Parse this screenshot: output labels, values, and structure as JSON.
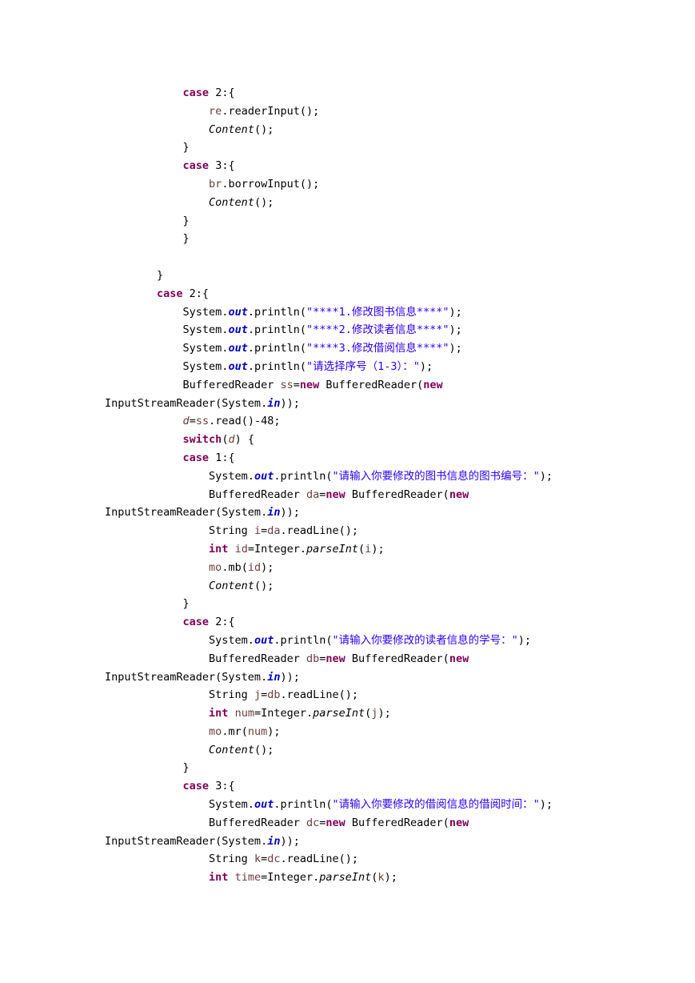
{
  "document": {
    "lines": [
      [
        {
          "t": "            "
        },
        {
          "t": "case",
          "c": "kw"
        },
        {
          "t": " 2:{"
        }
      ],
      [
        {
          "t": "                "
        },
        {
          "t": "re",
          "c": "vr"
        },
        {
          "t": ".readerInput();"
        }
      ],
      [
        {
          "t": "                "
        },
        {
          "t": "Content",
          "c": "it"
        },
        {
          "t": "();"
        }
      ],
      [
        {
          "t": "            }"
        }
      ],
      [
        {
          "t": "            "
        },
        {
          "t": "case",
          "c": "kw"
        },
        {
          "t": " 3:{"
        }
      ],
      [
        {
          "t": "                "
        },
        {
          "t": "br",
          "c": "vr"
        },
        {
          "t": ".borrowInput();"
        }
      ],
      [
        {
          "t": "                "
        },
        {
          "t": "Content",
          "c": "it"
        },
        {
          "t": "();"
        }
      ],
      [
        {
          "t": "            }"
        }
      ],
      [
        {
          "t": "            }"
        }
      ],
      [],
      [
        {
          "t": "        }"
        }
      ],
      [
        {
          "t": "        "
        },
        {
          "t": "case",
          "c": "kw"
        },
        {
          "t": " 2:{"
        }
      ],
      [
        {
          "t": "            System."
        },
        {
          "t": "out",
          "c": "fld"
        },
        {
          "t": ".println("
        },
        {
          "t": "\"****1.修改图书信息****\"",
          "c": "st"
        },
        {
          "t": ");"
        }
      ],
      [
        {
          "t": "            System."
        },
        {
          "t": "out",
          "c": "fld"
        },
        {
          "t": ".println("
        },
        {
          "t": "\"****2.修改读者信息****\"",
          "c": "st"
        },
        {
          "t": ");"
        }
      ],
      [
        {
          "t": "            System."
        },
        {
          "t": "out",
          "c": "fld"
        },
        {
          "t": ".println("
        },
        {
          "t": "\"****3.修改借阅信息****\"",
          "c": "st"
        },
        {
          "t": ");"
        }
      ],
      [
        {
          "t": "            System."
        },
        {
          "t": "out",
          "c": "fld"
        },
        {
          "t": ".println("
        },
        {
          "t": "\"请选择序号（1-3）：\"",
          "c": "st"
        },
        {
          "t": ");"
        }
      ],
      [
        {
          "t": "            BufferedReader "
        },
        {
          "t": "ss",
          "c": "vr"
        },
        {
          "t": "="
        },
        {
          "t": "new",
          "c": "kw"
        },
        {
          "t": " BufferedReader("
        },
        {
          "t": "new",
          "c": "kw"
        }
      ],
      [
        {
          "t": "InputStreamReader(System."
        },
        {
          "t": "in",
          "c": "fld"
        },
        {
          "t": "));"
        }
      ],
      [
        {
          "t": "            "
        },
        {
          "t": "d",
          "c": "it vr"
        },
        {
          "t": "="
        },
        {
          "t": "ss",
          "c": "vr"
        },
        {
          "t": ".read()-48;"
        }
      ],
      [
        {
          "t": "            "
        },
        {
          "t": "switch",
          "c": "kw"
        },
        {
          "t": "("
        },
        {
          "t": "d",
          "c": "it vr"
        },
        {
          "t": ") {"
        }
      ],
      [
        {
          "t": "            "
        },
        {
          "t": "case",
          "c": "kw"
        },
        {
          "t": " 1:{"
        }
      ],
      [
        {
          "t": "                System."
        },
        {
          "t": "out",
          "c": "fld"
        },
        {
          "t": ".println("
        },
        {
          "t": "\"请输入你要修改的图书信息的图书编号：\"",
          "c": "st"
        },
        {
          "t": ");"
        }
      ],
      [
        {
          "t": "                BufferedReader "
        },
        {
          "t": "da",
          "c": "vr"
        },
        {
          "t": "="
        },
        {
          "t": "new",
          "c": "kw"
        },
        {
          "t": " BufferedReader("
        },
        {
          "t": "new",
          "c": "kw"
        }
      ],
      [
        {
          "t": "InputStreamReader(System."
        },
        {
          "t": "in",
          "c": "fld"
        },
        {
          "t": "));"
        }
      ],
      [
        {
          "t": "                String "
        },
        {
          "t": "i",
          "c": "vr"
        },
        {
          "t": "="
        },
        {
          "t": "da",
          "c": "vr"
        },
        {
          "t": ".readLine();"
        }
      ],
      [
        {
          "t": "                "
        },
        {
          "t": "int",
          "c": "kw"
        },
        {
          "t": " "
        },
        {
          "t": "id",
          "c": "vr"
        },
        {
          "t": "=Integer."
        },
        {
          "t": "parseInt",
          "c": "it"
        },
        {
          "t": "("
        },
        {
          "t": "i",
          "c": "vr"
        },
        {
          "t": ");"
        }
      ],
      [
        {
          "t": "                "
        },
        {
          "t": "mo",
          "c": "vr"
        },
        {
          "t": ".mb("
        },
        {
          "t": "id",
          "c": "vr"
        },
        {
          "t": ");"
        }
      ],
      [
        {
          "t": "                "
        },
        {
          "t": "Content",
          "c": "it"
        },
        {
          "t": "();"
        }
      ],
      [
        {
          "t": "            }"
        }
      ],
      [
        {
          "t": "            "
        },
        {
          "t": "case",
          "c": "kw"
        },
        {
          "t": " 2:{"
        }
      ],
      [
        {
          "t": "                System."
        },
        {
          "t": "out",
          "c": "fld"
        },
        {
          "t": ".println("
        },
        {
          "t": "\"请输入你要修改的读者信息的学号：\"",
          "c": "st"
        },
        {
          "t": ");"
        }
      ],
      [
        {
          "t": "                BufferedReader "
        },
        {
          "t": "db",
          "c": "vr"
        },
        {
          "t": "="
        },
        {
          "t": "new",
          "c": "kw"
        },
        {
          "t": " BufferedReader("
        },
        {
          "t": "new",
          "c": "kw"
        }
      ],
      [
        {
          "t": "InputStreamReader(System."
        },
        {
          "t": "in",
          "c": "fld"
        },
        {
          "t": "));"
        }
      ],
      [
        {
          "t": "                String "
        },
        {
          "t": "j",
          "c": "vr"
        },
        {
          "t": "="
        },
        {
          "t": "db",
          "c": "vr"
        },
        {
          "t": ".readLine();"
        }
      ],
      [
        {
          "t": "                "
        },
        {
          "t": "int",
          "c": "kw"
        },
        {
          "t": " "
        },
        {
          "t": "num",
          "c": "vr"
        },
        {
          "t": "=Integer."
        },
        {
          "t": "parseInt",
          "c": "it"
        },
        {
          "t": "("
        },
        {
          "t": "j",
          "c": "vr"
        },
        {
          "t": ");"
        }
      ],
      [
        {
          "t": "                "
        },
        {
          "t": "mo",
          "c": "vr"
        },
        {
          "t": ".mr("
        },
        {
          "t": "num",
          "c": "vr"
        },
        {
          "t": ");"
        }
      ],
      [
        {
          "t": "                "
        },
        {
          "t": "Content",
          "c": "it"
        },
        {
          "t": "();"
        }
      ],
      [
        {
          "t": "            }"
        }
      ],
      [
        {
          "t": "            "
        },
        {
          "t": "case",
          "c": "kw"
        },
        {
          "t": " 3:{"
        }
      ],
      [
        {
          "t": "                System."
        },
        {
          "t": "out",
          "c": "fld"
        },
        {
          "t": ".println("
        },
        {
          "t": "\"请输入你要修改的借阅信息的借阅时间：\"",
          "c": "st"
        },
        {
          "t": ");"
        }
      ],
      [
        {
          "t": "                BufferedReader "
        },
        {
          "t": "dc",
          "c": "vr"
        },
        {
          "t": "="
        },
        {
          "t": "new",
          "c": "kw"
        },
        {
          "t": " BufferedReader("
        },
        {
          "t": "new",
          "c": "kw"
        }
      ],
      [
        {
          "t": "InputStreamReader(System."
        },
        {
          "t": "in",
          "c": "fld"
        },
        {
          "t": "));"
        }
      ],
      [
        {
          "t": "                String "
        },
        {
          "t": "k",
          "c": "vr"
        },
        {
          "t": "="
        },
        {
          "t": "dc",
          "c": "vr"
        },
        {
          "t": ".readLine();"
        }
      ],
      [
        {
          "t": "                "
        },
        {
          "t": "int",
          "c": "kw"
        },
        {
          "t": " "
        },
        {
          "t": "time",
          "c": "vr"
        },
        {
          "t": "=Integer."
        },
        {
          "t": "parseInt",
          "c": "it"
        },
        {
          "t": "("
        },
        {
          "t": "k",
          "c": "vr"
        },
        {
          "t": ");"
        }
      ]
    ]
  },
  "colors": {
    "keyword": "#7f0055",
    "field": "#0000c0",
    "variable": "#6a3e3e",
    "string": "#2a00ff",
    "text": "#000000"
  }
}
